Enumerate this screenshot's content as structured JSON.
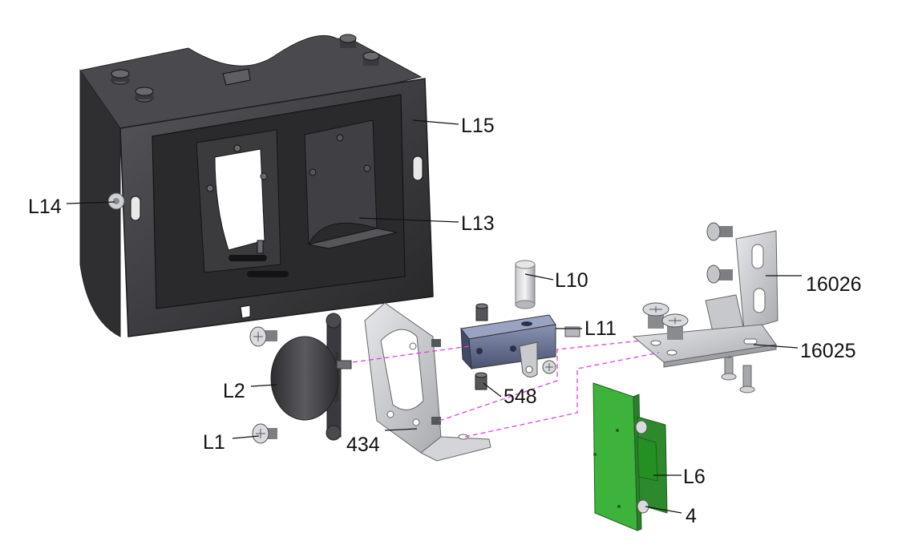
{
  "labels": {
    "L15": "L15",
    "L14": "L14",
    "L13": "L13",
    "L10": "L10",
    "L11": "L11",
    "p16026": "16026",
    "p16025": "16025",
    "p548": "548",
    "L2": "L2",
    "L1": "L1",
    "p434": "434",
    "L6": "L6",
    "p4": "4"
  },
  "colors": {
    "housing": "#3d3d3f",
    "housing_dark": "#262628",
    "bracket": "#cfd0d4",
    "motor": "#48484c",
    "block": "#5b6480",
    "pcb": "#3db33b",
    "pcb_dark": "#2a7f2a",
    "dashed_guide": "#e040e0"
  }
}
